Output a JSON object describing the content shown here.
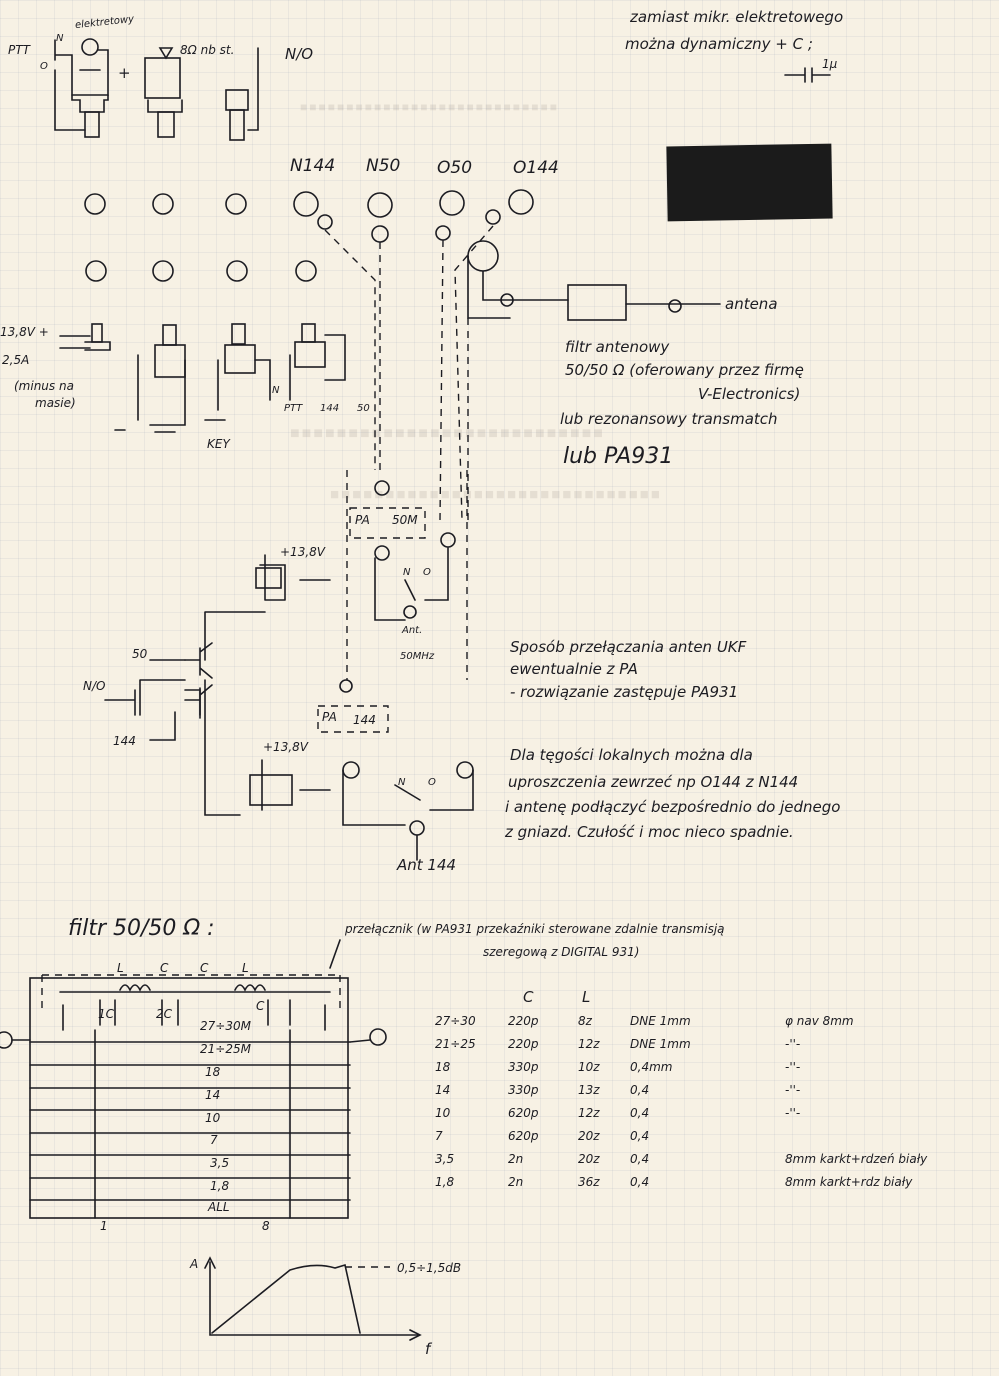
{
  "top_note": {
    "line1": "zamiast mikr. elektretowego",
    "line2": "można dynamiczny + C ;",
    "cap_value": "1μ"
  },
  "mic_section": {
    "ptt_label": "PTT",
    "n_label": "N",
    "o_label": "O",
    "elektretowy": "elektretowy",
    "plus": "+",
    "speaker_label": "8Ω nb st.",
    "no_label": "N/O"
  },
  "connectors": {
    "n144": "N144",
    "n50": "N50",
    "o50": "O50",
    "o144": "O144"
  },
  "antenna_label": "antena",
  "filter_note": {
    "line1": "filtr antenowy",
    "line2": "50/50 Ω (oferowany przez firmę",
    "line3": "V-Electronics)",
    "line4": "lub rezonansowy transmatch",
    "line5": "lub PA931"
  },
  "power_section": {
    "supply": "13,8V +",
    "current": "2,5A",
    "minus_note1": "(minus na",
    "minus_note2": "masie)",
    "key": "KEY",
    "n": "N",
    "ptt": "PTT",
    "b144": "144",
    "b50": "50"
  },
  "relay_section": {
    "pa": "PA",
    "m50": "50M",
    "m144": "144",
    "supply1": "+13,8V",
    "supply2": "+13,8V",
    "n": "N",
    "o": "O",
    "ant50": "Ant.",
    "ant50b": "50MHz",
    "in50": "50",
    "in_no": "N/O",
    "in144": "144",
    "ant144": "Ant 144"
  },
  "switching_note": {
    "line1": "Sposób przełączania anten UKF",
    "line2": "ewentualnie z PA",
    "line3": "- rozwiązanie zastępuje PA931"
  },
  "simplify_note": {
    "line1": "Dla tęgości lokalnych można dla",
    "line2": "uproszczenia zewrzeć np O144 z N144",
    "line3": "i antenę podłączyć bezpośrednio do jednego",
    "line4": "z gniazd. Czułość i moc nieco spadnie."
  },
  "filter_title": "filtr 50/50 Ω :",
  "switch_note": {
    "line1": "przełącznik (w PA931 przekaźniki sterowane zdalnie transmisją",
    "line2": "szeregową z DIGITAL 931)"
  },
  "filter_schematic": {
    "top_labels": [
      "L",
      "C",
      "C",
      "L"
    ],
    "c_labels": [
      "1C",
      "2C",
      "C"
    ],
    "bands": [
      "27÷30M",
      "21÷25M",
      "18",
      "14",
      "10",
      "7",
      "3,5",
      "1,8",
      "ALL"
    ],
    "bottom_left": "1",
    "bottom_right": "8"
  },
  "table": {
    "headers": {
      "c": "C",
      "l": "L"
    },
    "rows": [
      {
        "band": "27÷30",
        "c": "220p",
        "l": "8z",
        "wire": "DNE 1mm",
        "dia": "φ nav 8mm"
      },
      {
        "band": "21÷25",
        "c": "220p",
        "l": "12z",
        "wire": "DNE 1mm",
        "dia": "-''-"
      },
      {
        "band": "18",
        "c": "330p",
        "l": "10z",
        "wire": "0,4mm",
        "dia": "-''-"
      },
      {
        "band": "14",
        "c": "330p",
        "l": "13z",
        "wire": "0,4",
        "dia": "-''-"
      },
      {
        "band": "10",
        "c": "620p",
        "l": "12z",
        "wire": "0,4",
        "dia": "-''-"
      },
      {
        "band": "7",
        "c": "620p",
        "l": "20z",
        "wire": "0,4",
        "dia": ""
      },
      {
        "band": "3,5",
        "c": "2n",
        "l": "20z",
        "wire": "0,4",
        "dia": "8mm karkt+rdzeń biały"
      },
      {
        "band": "1,8",
        "c": "2n",
        "l": "36z",
        "wire": "0,4",
        "dia": "8mm karkt+rdz biały"
      }
    ]
  },
  "response_plot": {
    "y_label": "A",
    "x_label": "f",
    "annotation": "0,5÷1,5dB"
  }
}
